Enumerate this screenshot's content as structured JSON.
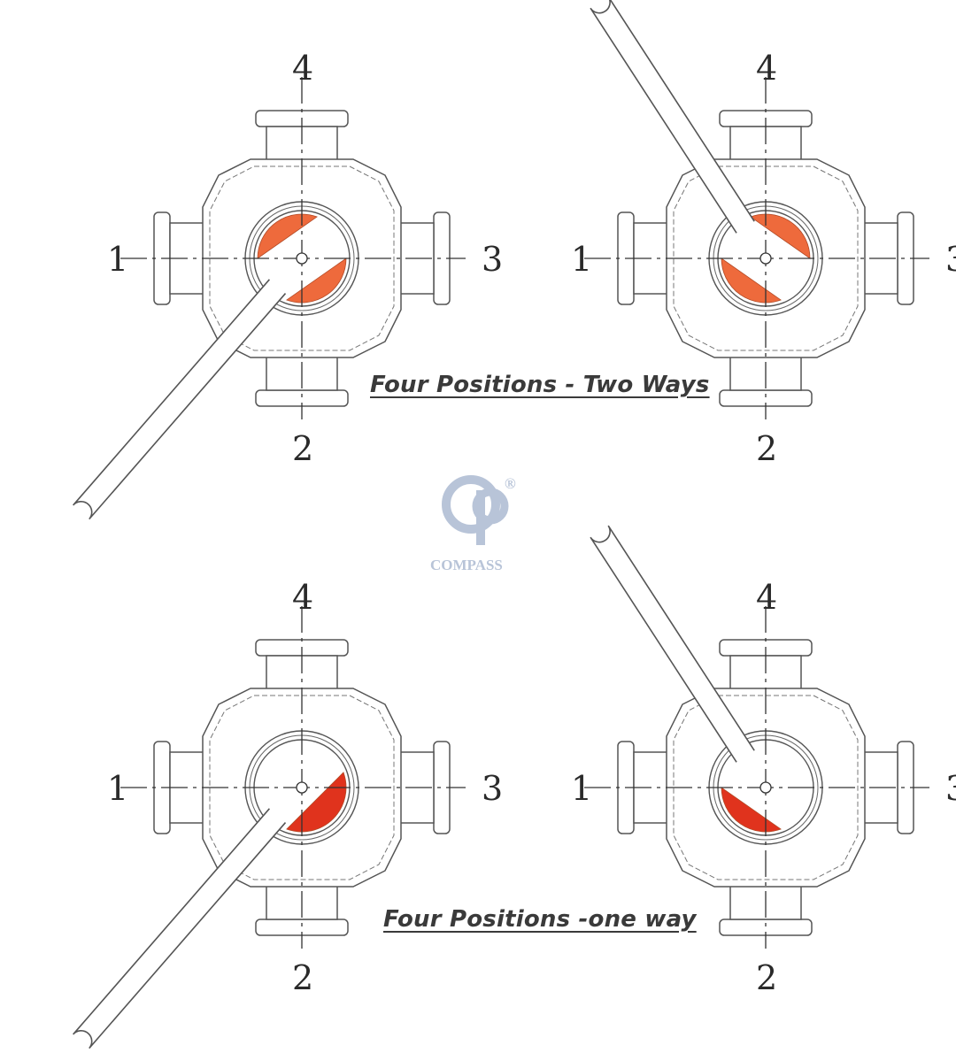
{
  "captions": {
    "top": "Four Positions - Two Ways",
    "bottom": "Four Positions -one way"
  },
  "port_labels": {
    "left": "1",
    "bottom": "2",
    "right": "3",
    "top": "4"
  },
  "logo": {
    "text": "COMPASS",
    "mark": "®"
  },
  "colors": {
    "line": "#555555",
    "flow_orange": "#ee6a3c",
    "flow_red": "#e0331d",
    "logo": "#b8c4d8"
  },
  "valves": [
    {
      "name": "two-way-position-a",
      "flow": "two-way",
      "handle_dir": "down-left"
    },
    {
      "name": "two-way-position-b",
      "flow": "two-way",
      "handle_dir": "up-left"
    },
    {
      "name": "one-way-position-a",
      "flow": "one-way",
      "handle_dir": "down-left"
    },
    {
      "name": "one-way-position-b",
      "flow": "one-way",
      "handle_dir": "up-left"
    }
  ]
}
